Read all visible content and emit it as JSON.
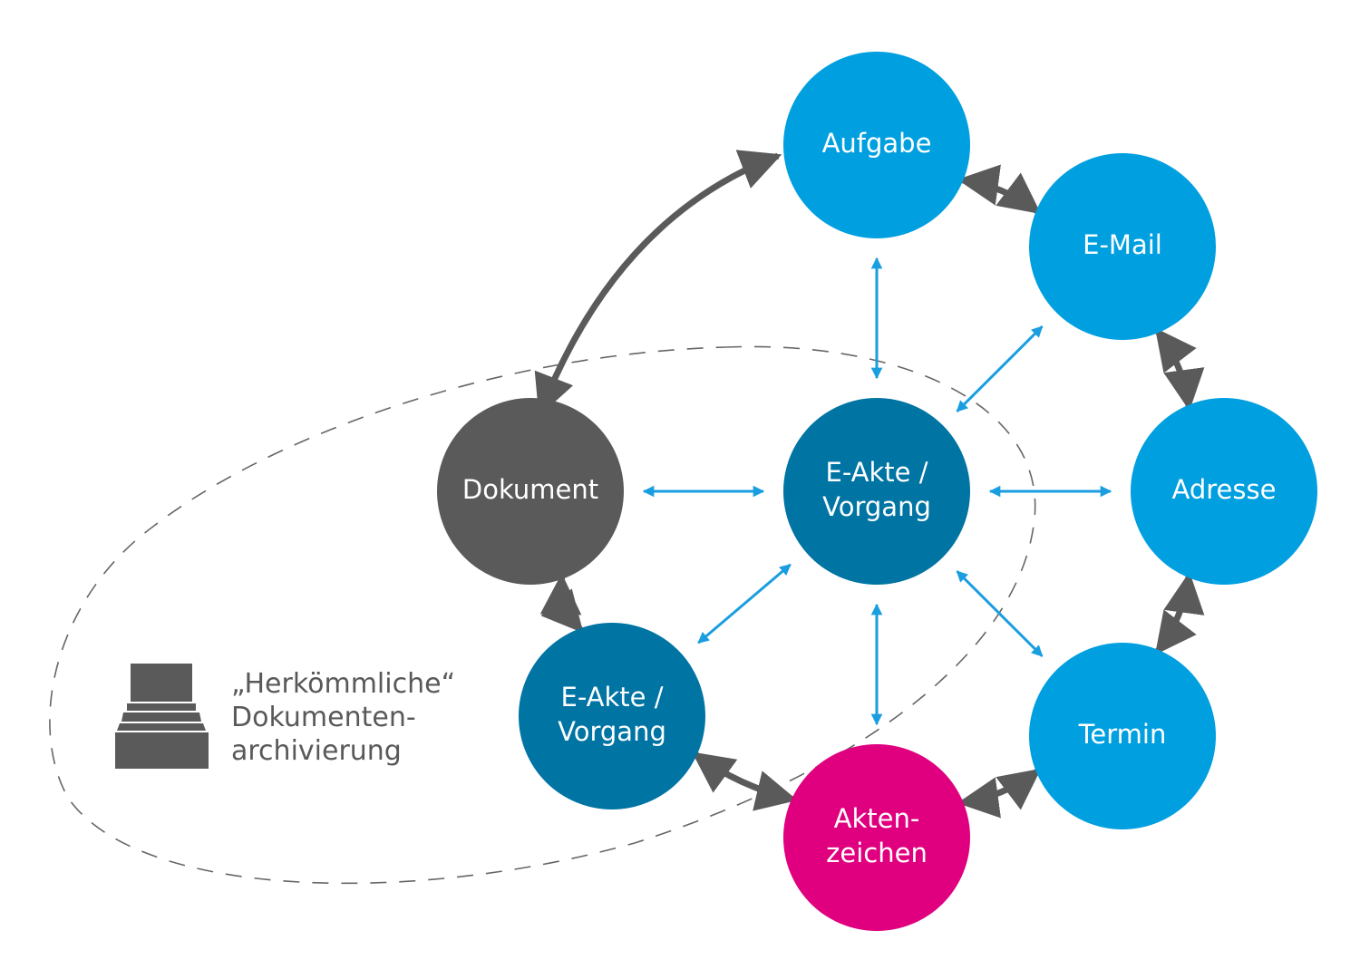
{
  "colors": {
    "light_blue": "#009fe0",
    "dark_blue": "#0074a3",
    "gray": "#5a5a5a",
    "magenta": "#e0007f",
    "arrow_blue": "#1a9ee0",
    "arrow_gray": "#5a5a5a",
    "dash": "#666666"
  },
  "nodes": [
    {
      "id": "aufgabe",
      "lines": [
        "Aufgabe"
      ],
      "color": "light_blue"
    },
    {
      "id": "email",
      "lines": [
        "E-Mail"
      ],
      "color": "light_blue"
    },
    {
      "id": "adresse",
      "lines": [
        "Adresse"
      ],
      "color": "light_blue"
    },
    {
      "id": "termin",
      "lines": [
        "Termin"
      ],
      "color": "light_blue"
    },
    {
      "id": "aktenzeichen",
      "lines": [
        "Akten-",
        "zeichen"
      ],
      "color": "magenta"
    },
    {
      "id": "eakte-sub",
      "lines": [
        "E-Akte /",
        "Vorgang"
      ],
      "color": "dark_blue"
    },
    {
      "id": "dokument",
      "lines": [
        "Dokument"
      ],
      "color": "gray"
    },
    {
      "id": "eakte-center",
      "lines": [
        "E-Akte /",
        "Vorgang"
      ],
      "color": "dark_blue"
    }
  ],
  "center_links": [
    "aufgabe",
    "email",
    "adresse",
    "termin",
    "aktenzeichen",
    "eakte-sub",
    "dokument"
  ],
  "ring_links": [
    [
      "dokument",
      "aufgabe"
    ],
    [
      "aufgabe",
      "email"
    ],
    [
      "email",
      "adresse"
    ],
    [
      "adresse",
      "termin"
    ],
    [
      "termin",
      "aktenzeichen"
    ],
    [
      "aktenzeichen",
      "eakte-sub"
    ],
    [
      "eakte-sub",
      "dokument"
    ]
  ],
  "legend": {
    "icon": "archive-box-icon",
    "lines": [
      "„Herkömmliche“",
      "Dokumenten-",
      "archivierung"
    ]
  }
}
